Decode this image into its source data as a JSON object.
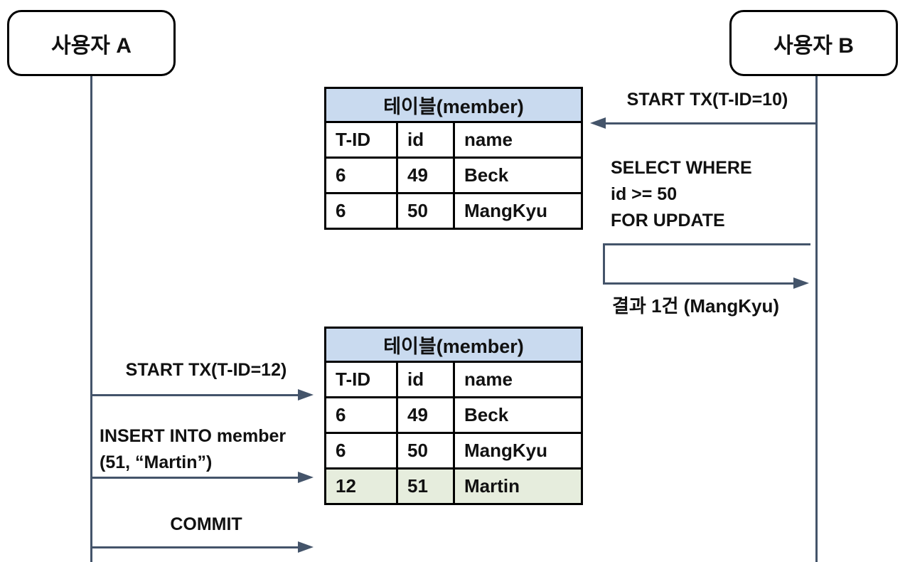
{
  "actors": {
    "a": {
      "label": "사용자 A"
    },
    "b": {
      "label": "사용자 B"
    }
  },
  "tables": [
    {
      "title": "테이블(member)",
      "columns": [
        "T-ID",
        "id",
        "name"
      ],
      "rows": [
        [
          "6",
          "49",
          "Beck"
        ],
        [
          "6",
          "50",
          "MangKyu"
        ]
      ]
    },
    {
      "title": "테이블(member)",
      "columns": [
        "T-ID",
        "id",
        "name"
      ],
      "rows": [
        [
          "6",
          "49",
          "Beck"
        ],
        [
          "6",
          "50",
          "MangKyu"
        ],
        [
          "12",
          "51",
          "Martin"
        ]
      ],
      "highlighted_row_index": 2
    }
  ],
  "messages": {
    "b_start_tx": "START TX(T-ID=10)",
    "b_select": [
      "SELECT WHERE",
      "id >= 50",
      "FOR UPDATE"
    ],
    "b_result": "결과 1건 (MangKyu)",
    "a_start_tx": "START TX(T-ID=12)",
    "a_insert": [
      "INSERT INTO member",
      "(51, “Martin”)"
    ],
    "a_commit": "COMMIT"
  },
  "colors": {
    "table-title-bg": "#c9daef",
    "highlight-row-bg": "#e6eddd",
    "arrow": "#44546a",
    "border": "#000000"
  }
}
